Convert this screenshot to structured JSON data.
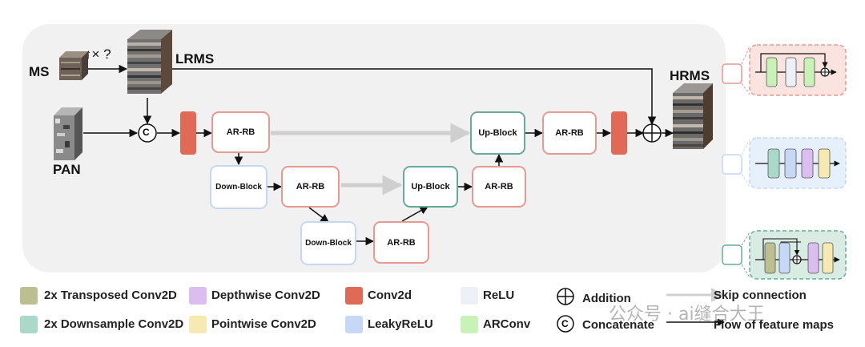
{
  "labels": {
    "ms": "MS",
    "pan": "PAN",
    "lrms": "LRMS",
    "hrms": "HRMS",
    "upscale": "↑× ?"
  },
  "blocks": {
    "ar_rb": "AR-RB",
    "down_block": "Down-Block",
    "up_block": "Up-Block",
    "concat_symbol": "C"
  },
  "legend": [
    {
      "label": "2x Transposed Conv2D",
      "color": "#bdbf91"
    },
    {
      "label": "2x Downsample Conv2D",
      "color": "#a9d9c8"
    },
    {
      "label": "Depthwise Conv2D",
      "color": "#dcbdf0"
    },
    {
      "label": "Pointwise Conv2D",
      "color": "#f6eab2"
    },
    {
      "label": "Conv2d",
      "color": "#e06a55"
    },
    {
      "label": "LeakyReLU",
      "color": "#c7d8f7"
    },
    {
      "label": "ReLU",
      "color": "#eef0f8"
    },
    {
      "label": "ARConv",
      "color": "#c8f2b8"
    }
  ],
  "symbol_legend": {
    "addition": "Addition",
    "concatenate": "Concatenate",
    "skip": "Skip connection",
    "flow": "Flow of feature maps"
  },
  "watermark": "公众号 · ai缝合大王",
  "colors": {
    "panel_bg": "#f1f1f1",
    "ar_border": "#e69a92",
    "down_border": "#c4d8f1",
    "up_border": "#6aa99a",
    "conv": "#e06a55",
    "skip_arrow": "#cfcfcf"
  }
}
